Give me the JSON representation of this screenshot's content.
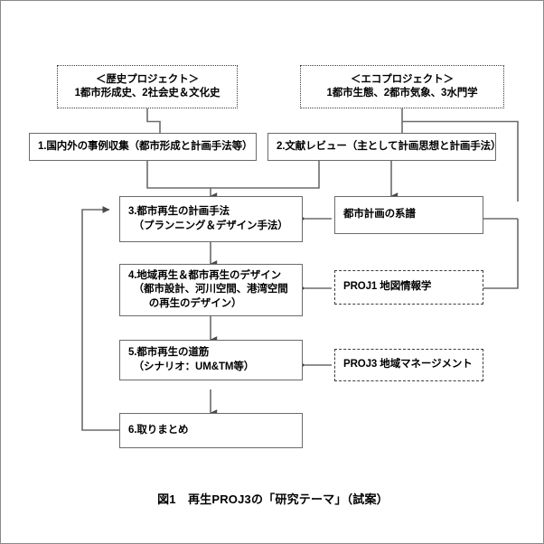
{
  "figure": {
    "caption": "図1　再生PROJ3の「研究テーマ」（試案）",
    "line_color": "#6b6b6b",
    "dash_color": "#3c3c3c",
    "text_color": "#000000",
    "background": "#ffffff",
    "page_border": "#8a8a8a"
  },
  "nodes": {
    "history_project": {
      "id": "history-project",
      "style": "dotted",
      "lines": [
        "＜歴史プロジェクト＞",
        "1都市形成史、2社会史＆文化史"
      ]
    },
    "eco_project": {
      "id": "eco-project",
      "style": "dotted",
      "lines": [
        "＜エコプロジェクト＞",
        "1都市生態、2都市気象、3水門学"
      ]
    },
    "step1": {
      "id": "step-1-case-collection",
      "style": "solid",
      "lines": [
        "1.国内外の事例収集（都市形成と計画手法等）"
      ]
    },
    "step2": {
      "id": "step-2-literature-review",
      "style": "solid",
      "lines": [
        "2.文献レビュー（主として計画思想と計画手法）"
      ]
    },
    "step3": {
      "id": "step-3-planning-method",
      "style": "solid",
      "lines": [
        "3.都市再生の計画手法",
        "　（プランニング＆デザイン手法）"
      ]
    },
    "genealogy": {
      "id": "urban-planning-genealogy",
      "style": "solid",
      "lines": [
        "都市計画の系譜"
      ]
    },
    "step4": {
      "id": "step-4-regeneration-design",
      "style": "solid",
      "lines": [
        "4.地域再生＆都市再生のデザイン",
        "　（都市設計、河川空間、港湾空間",
        "　　の再生のデザイン）"
      ]
    },
    "proj1": {
      "id": "proj1-map-information",
      "style": "dashed",
      "lines": [
        "PROJ1 地図情報学"
      ]
    },
    "step5": {
      "id": "step-5-regeneration-path",
      "style": "solid",
      "lines": [
        "5.都市再生の道筋",
        "　（シナリオ：UM&TM等）"
      ]
    },
    "proj3": {
      "id": "proj3-area-management",
      "style": "dashed",
      "lines": [
        "PROJ3 地域マネージメント"
      ]
    },
    "step6": {
      "id": "step-6-summary",
      "style": "solid",
      "lines": [
        "6.取りまとめ"
      ]
    }
  },
  "connectors": [
    {
      "name": "history-to-step1",
      "from": "history_project",
      "to": "step1",
      "arrow": false
    },
    {
      "name": "eco-to-step2",
      "from": "eco_project",
      "to": "step2",
      "arrow": false
    },
    {
      "name": "eco-to-right-bus",
      "from": "eco_project",
      "to": "right_bus",
      "arrow": false
    },
    {
      "name": "step1-to-step3",
      "from": "step1",
      "to": "step3",
      "arrow": true
    },
    {
      "name": "step2-to-step3-merge",
      "from": "step2",
      "to": "step3",
      "arrow": true
    },
    {
      "name": "step2-to-genealogy",
      "from": "step2",
      "to": "genealogy",
      "arrow": true
    },
    {
      "name": "right-bus-to-genealogy",
      "from": "right_bus",
      "to": "genealogy",
      "arrow": true
    },
    {
      "name": "genealogy-to-step3",
      "from": "genealogy",
      "to": "step3",
      "arrow": true
    },
    {
      "name": "right-bus-to-proj1",
      "from": "right_bus",
      "to": "proj1",
      "arrow": true
    },
    {
      "name": "proj1-to-step4",
      "from": "proj1",
      "to": "step4",
      "arrow": true
    },
    {
      "name": "step3-to-step4",
      "from": "step3",
      "to": "step4",
      "arrow": true
    },
    {
      "name": "step4-to-step5",
      "from": "step4",
      "to": "step5",
      "arrow": true
    },
    {
      "name": "proj3-to-step5",
      "from": "proj3",
      "to": "step5",
      "arrow": true
    },
    {
      "name": "step5-to-step6",
      "from": "step5",
      "to": "step6",
      "arrow": true
    },
    {
      "name": "step6-feedback-to-step3",
      "from": "step6",
      "to": "step3",
      "arrow": true
    }
  ]
}
